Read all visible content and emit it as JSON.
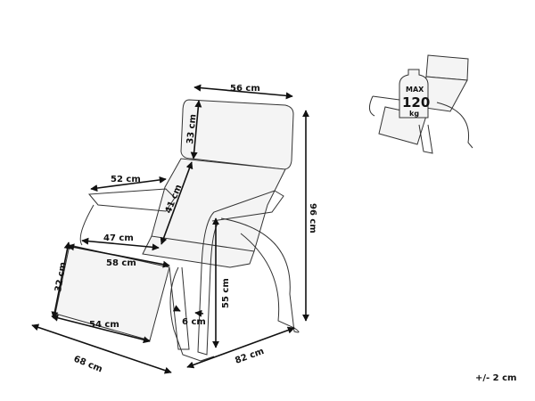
{
  "dimensions": {
    "headrest_width": "56 cm",
    "headrest_height": "33 cm",
    "armrest_width": "52 cm",
    "backrest_height": "41 cm",
    "seat_width": "47 cm",
    "seat_depth": "58 cm",
    "total_height": "96 cm",
    "footrest_height": "32 cm",
    "armrest_height": "55 cm",
    "footrest_width": "54 cm",
    "frame_thickness": "6 cm",
    "total_width": "68 cm",
    "total_depth": "82 cm"
  },
  "tolerance": "+/- 2 cm",
  "max_load": {
    "line1": "MAX",
    "line2": "120",
    "line3": "kg"
  }
}
